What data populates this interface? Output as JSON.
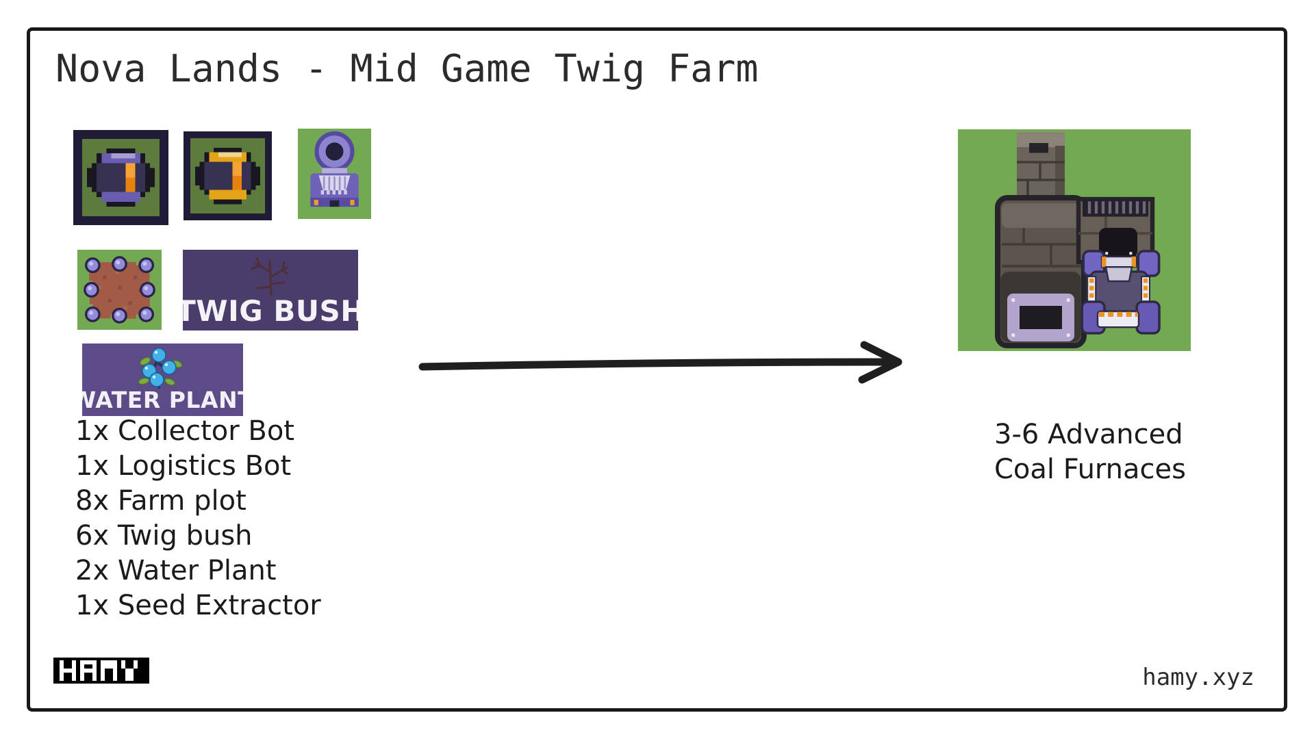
{
  "header": {
    "title": "Nova Lands - Mid Game Twig Farm"
  },
  "inputs": {
    "sprites": [
      {
        "name": "Collector Bot"
      },
      {
        "name": "Logistics Bot"
      },
      {
        "name": "Seed Extractor"
      },
      {
        "name": "Farm Plot"
      },
      {
        "name": "Twig Bush",
        "label": "TWIG BUSH"
      },
      {
        "name": "Water Plant",
        "label": "WATER PLANT"
      }
    ],
    "recipe_items": [
      "1x Collector Bot",
      "1x Logistics Bot",
      "8x Farm plot",
      "6x Twig bush",
      "2x Water Plant",
      "1x Seed Extractor"
    ]
  },
  "output": {
    "caption_line1": "3-6 Advanced",
    "caption_line2": "Coal Furnaces",
    "sprite": "Advanced Coal Furnace with bot"
  },
  "footer": {
    "logo_text": "HAMY",
    "site_text": "hamy.xyz"
  },
  "colors": {
    "ink": "#1b1b1b",
    "border": "#191919",
    "grass_green": "#74a953",
    "frame_green": "#5c7b3d",
    "frame_navy": "#201b36",
    "twig_label_purple": "#4a3c6b",
    "water_label_purple": "#5c4b87",
    "bot_purple": "#6a5cae",
    "bot_gold": "#e3a418",
    "accent_orange": "#ea9428",
    "furnace_stone": "#5b554e",
    "door_lilac": "#b2a4cd"
  }
}
